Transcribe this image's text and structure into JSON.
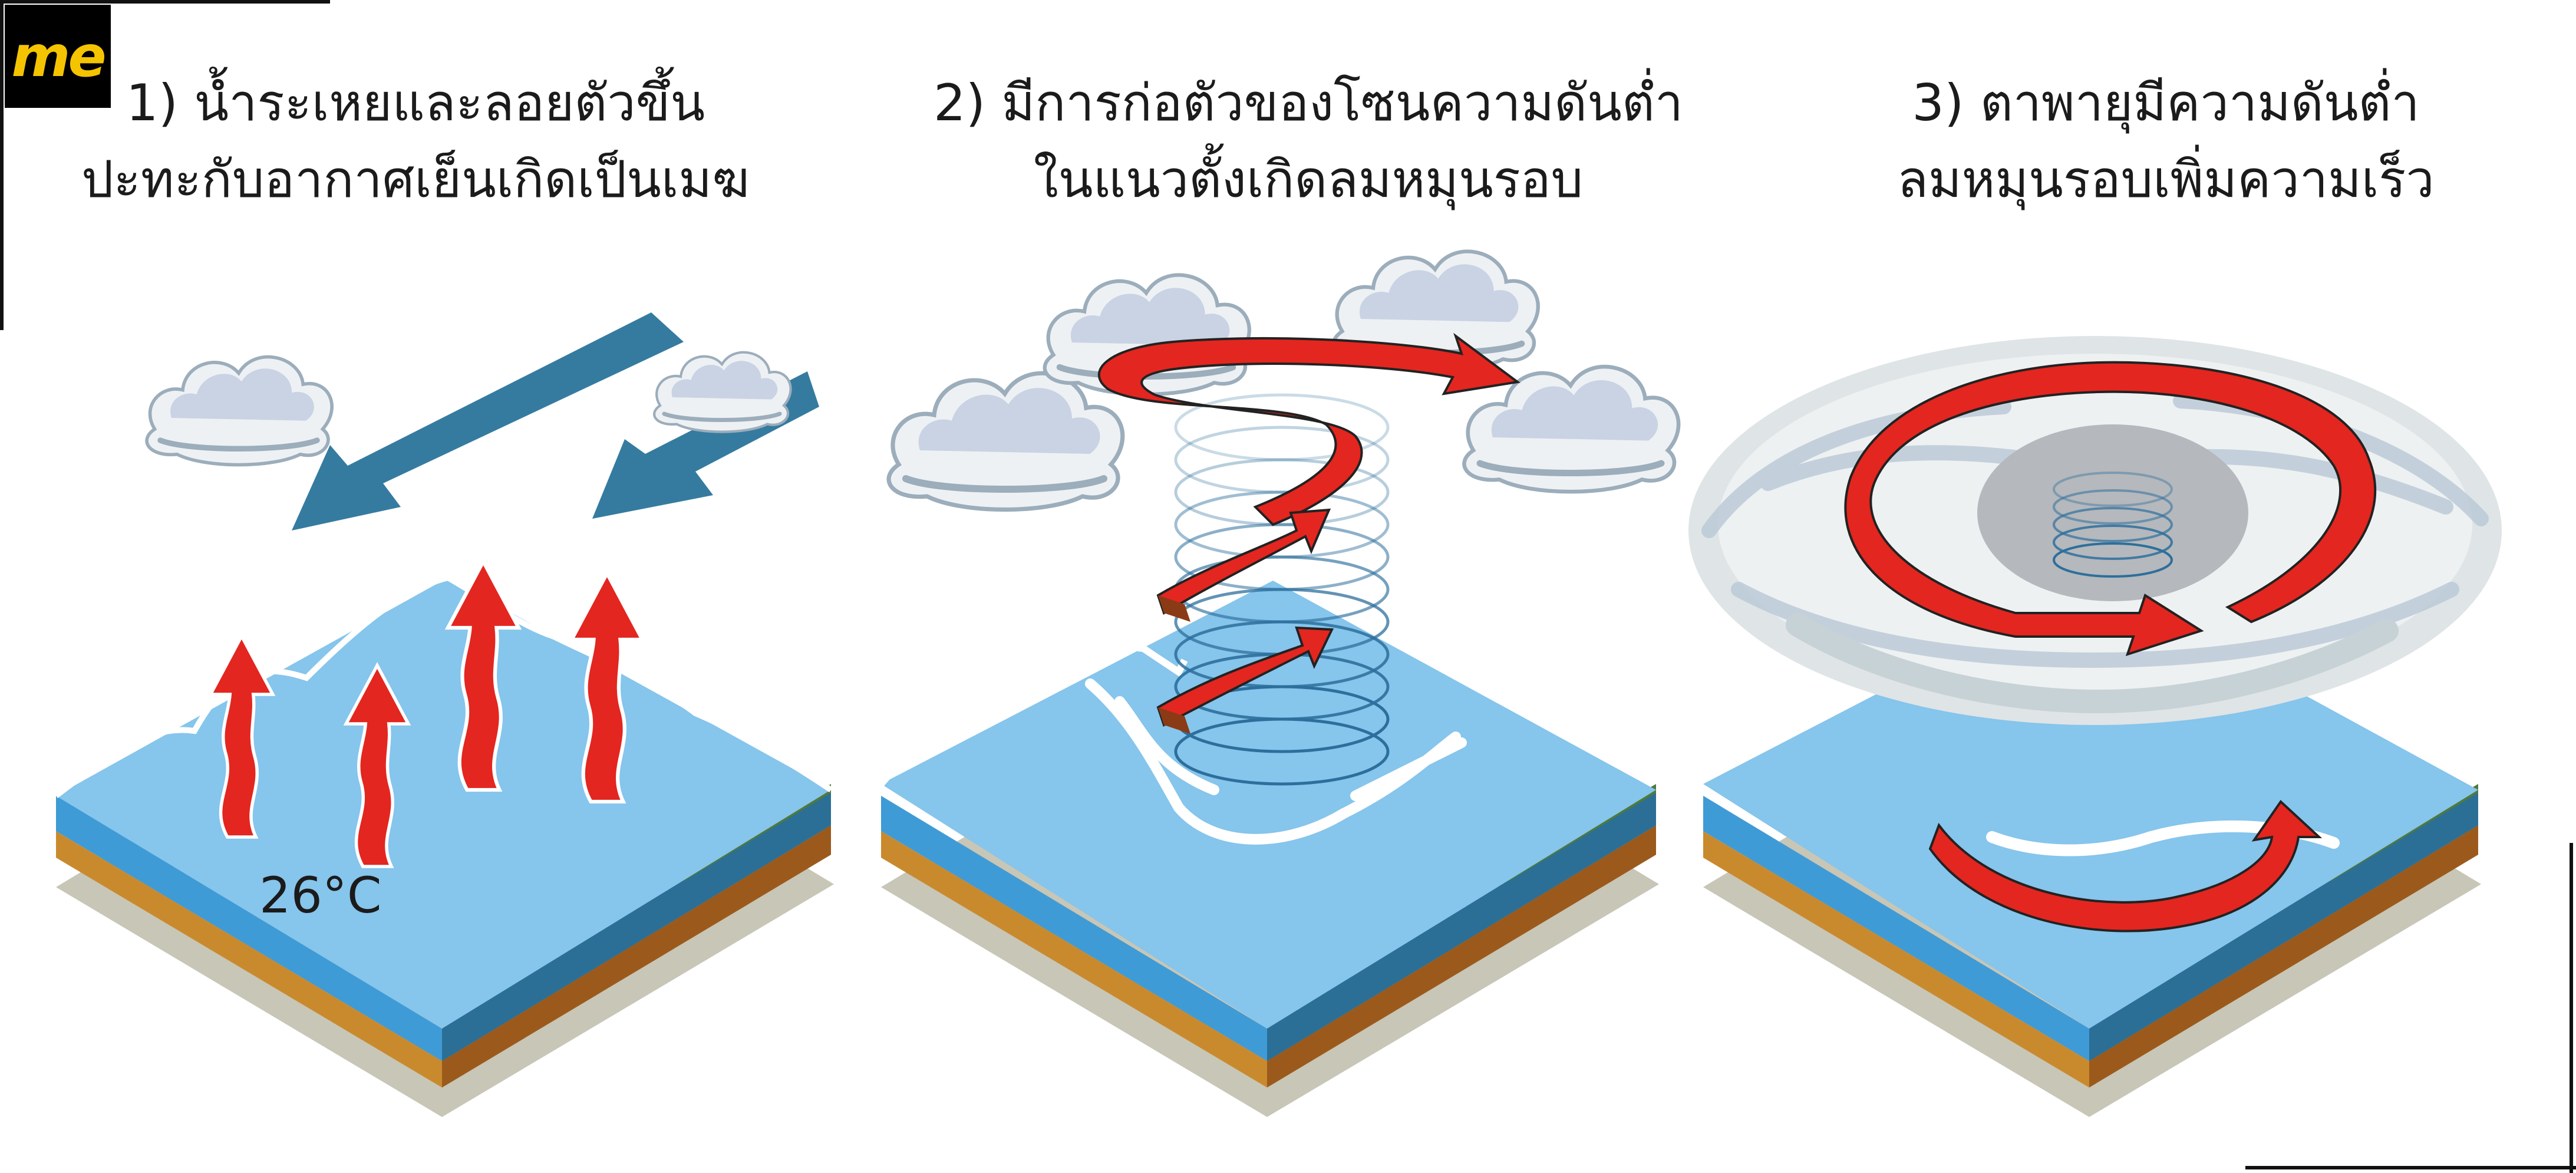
{
  "logo": {
    "text": "me",
    "color": "#f5c400"
  },
  "panels": [
    {
      "caption_line1": "1) น้ำระเหยและลอยตัวขึ้น",
      "caption_line2": "ปะทะกับอากาศเย็นเกิดเป็นเมฆ"
    },
    {
      "caption_line1": "2) มีการก่อตัวของโซนความดันต่ำ",
      "caption_line2": "ในแนวตั้งเกิดลมหมุนรอบ"
    },
    {
      "caption_line1": "3) ตาพายุมีความดันต่ำ",
      "caption_line2": "ลมหมุนรอบเพิ่มความเร็ว"
    }
  ],
  "temperature_label": "26°C",
  "colors": {
    "water_top": "#86c5ec",
    "water_side": "#3f9bd6",
    "water_dark": "#2e7aa6",
    "sand": "#c98a2e",
    "soil": "#9b5a1c",
    "grass": "#4f7a3a",
    "shadow": "#c8c6b6",
    "arrow_red": "#e3261f",
    "wind_blue": "#357ba0",
    "cloud": "#c9d3e4",
    "cloud_shade": "#9cadbb",
    "helix": "#2d6f9c"
  }
}
